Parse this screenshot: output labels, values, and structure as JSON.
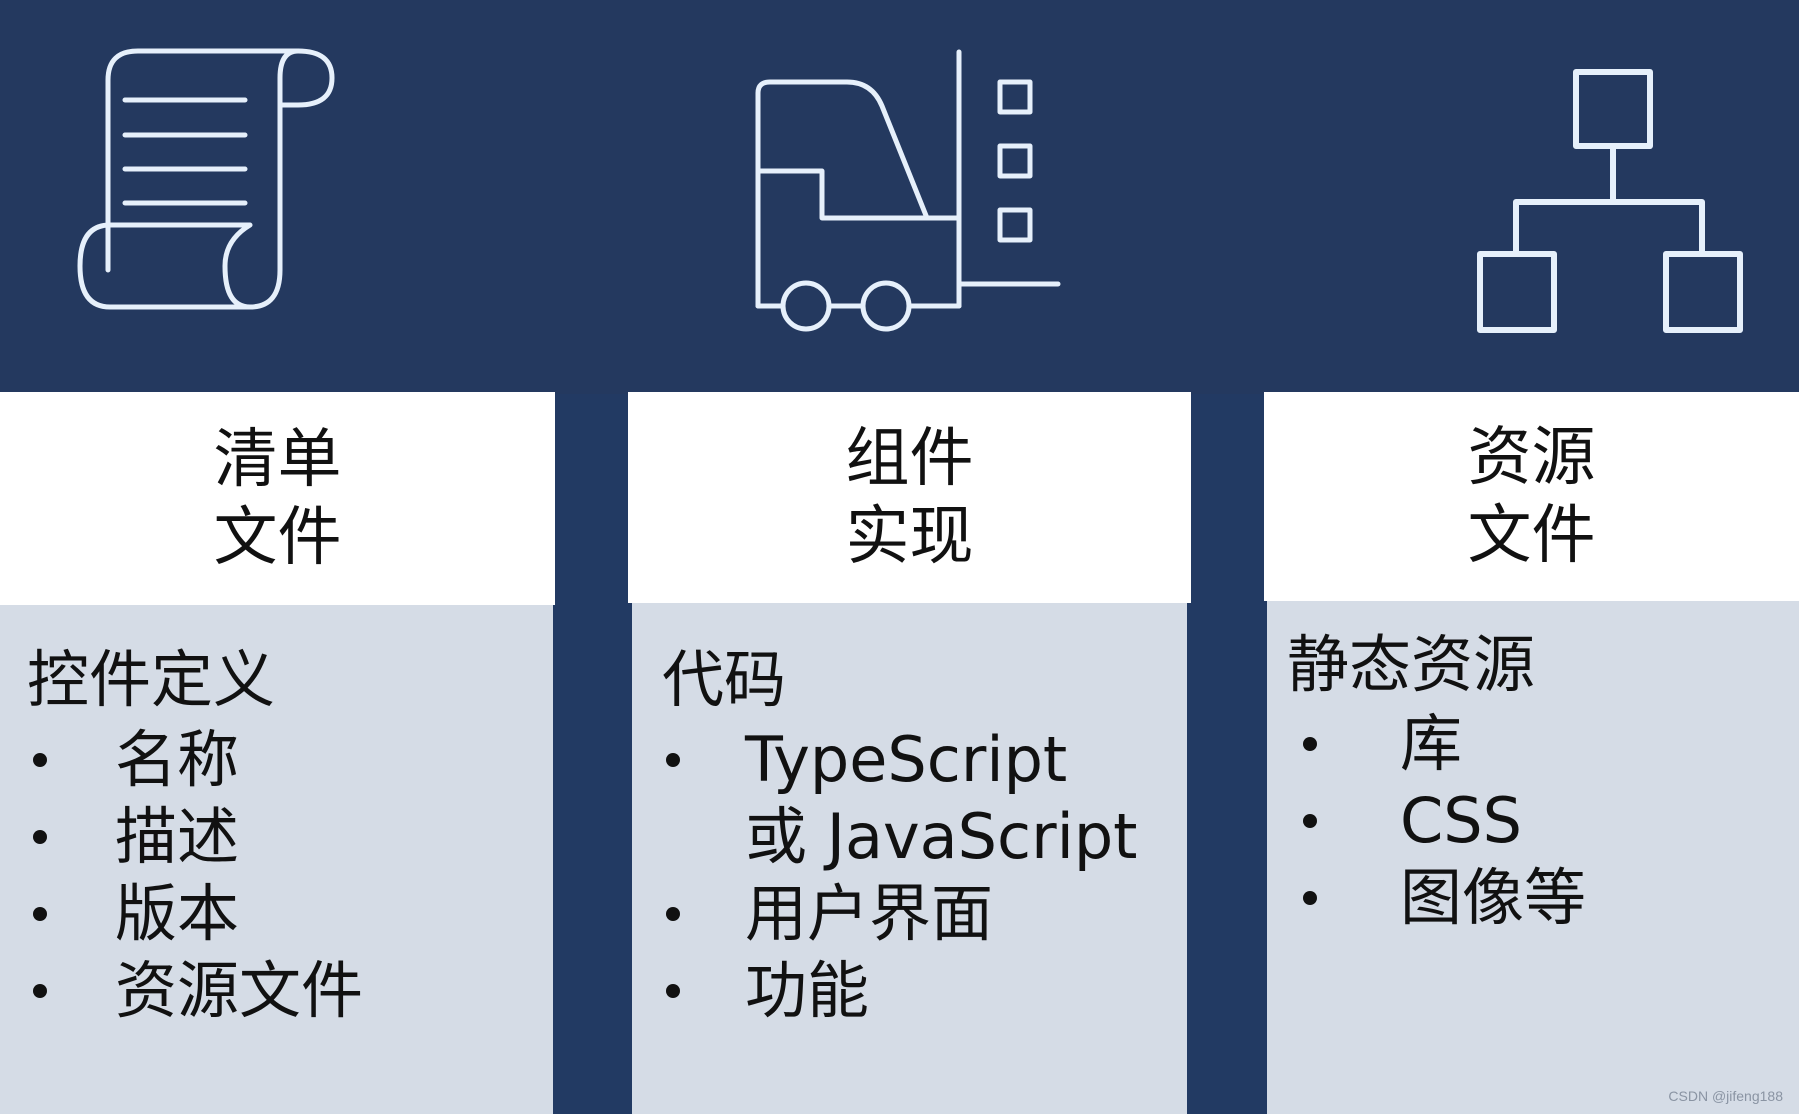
{
  "colors": {
    "band": "#24395f",
    "gap": "#223a63",
    "header_bg": "#ffffff",
    "body_bg": "#d5dce6",
    "icon_stroke": "#e6f0fb",
    "text": "#111111"
  },
  "columns": [
    {
      "icon": "scroll-icon",
      "header": [
        "清单",
        "文件"
      ],
      "body_title": "控件定义",
      "items": [
        "名称",
        "描述",
        "版本",
        "资源文件"
      ]
    },
    {
      "icon": "forklift-icon",
      "header": [
        "组件",
        "实现"
      ],
      "body_title": "代码",
      "items": [
        "TypeScript",
        "或 JavaScript",
        "用户界面",
        "功能"
      ],
      "bulleted": [
        true,
        false,
        true,
        true
      ]
    },
    {
      "icon": "hierarchy-icon",
      "header": [
        "资源",
        "文件"
      ],
      "body_title": "静态资源",
      "items": [
        "库",
        "CSS",
        "图像等"
      ]
    }
  ],
  "watermark": "CSDN @jifeng188"
}
